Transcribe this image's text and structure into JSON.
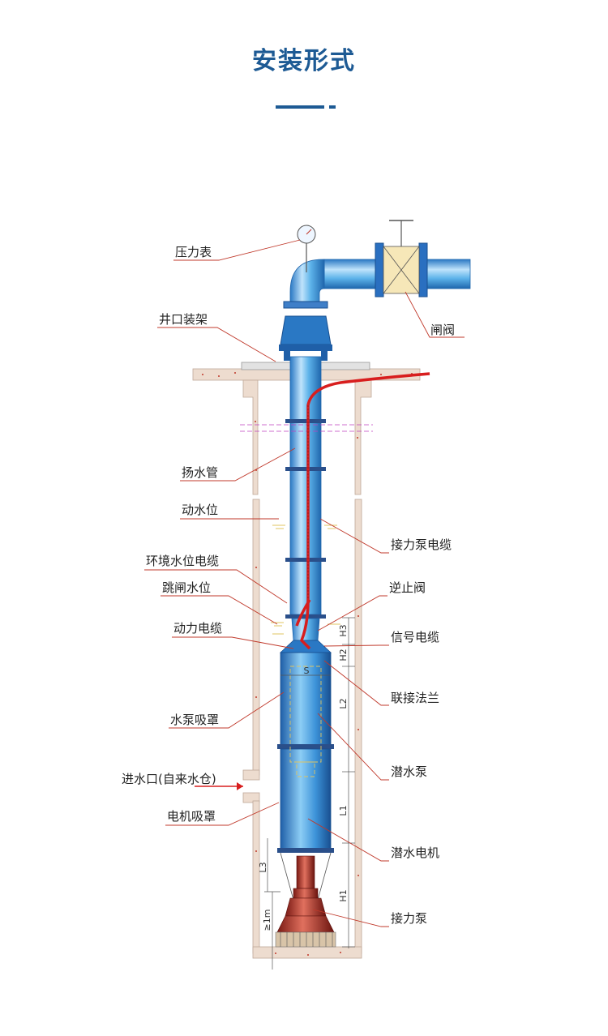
{
  "title": "安装形式",
  "colors": {
    "title": "#1d5a94",
    "pipe": "#4aa3df",
    "pipe_dark": "#2a78c4",
    "cable": "#d81e1e",
    "wall": "#e9d6c8",
    "leader": "#c0392b"
  },
  "labels": {
    "pressure_gauge": "压力表",
    "wellhead_frame": "井口装架",
    "gate_valve": "闸阀",
    "riser_pipe": "扬水管",
    "dynamic_water_level": "动水位",
    "booster_cable": "接力泵电缆",
    "env_level_cable": "环境水位电缆",
    "trip_level": "跳闸水位",
    "check_valve": "逆止阀",
    "power_cable": "动力电缆",
    "signal_cable": "信号电缆",
    "coupling_flange": "联接法兰",
    "pump_shroud": "水泵吸罩",
    "submersible_pump": "潜水泵",
    "inlet": "进水口(自来水仓)",
    "motor_shroud": "电机吸罩",
    "submersible_motor": "潜水电机",
    "booster_pump": "接力泵"
  },
  "dimensions": {
    "s": "S",
    "h1": "H1",
    "h2": "H2",
    "h3": "H3",
    "l1": "L1",
    "l2": "L2",
    "l3": "L3",
    "clearance": "≥1m"
  }
}
